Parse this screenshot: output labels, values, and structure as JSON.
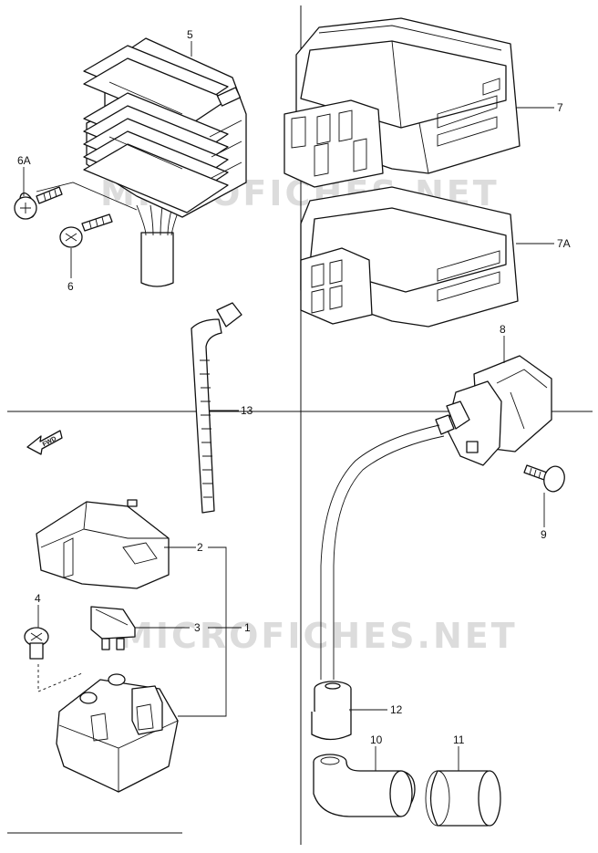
{
  "watermark": {
    "text": "MICROFICHES.NET"
  },
  "direction_label": "FWD",
  "parts": [
    {
      "id": "p5",
      "label": "5"
    },
    {
      "id": "p6a",
      "label": "6A"
    },
    {
      "id": "p6",
      "label": "6"
    },
    {
      "id": "p7",
      "label": "7"
    },
    {
      "id": "p7a",
      "label": "7A"
    },
    {
      "id": "p8",
      "label": "8"
    },
    {
      "id": "p13",
      "label": "13"
    },
    {
      "id": "p2",
      "label": "2"
    },
    {
      "id": "p4",
      "label": "4"
    },
    {
      "id": "p3",
      "label": "3"
    },
    {
      "id": "p1",
      "label": "1"
    },
    {
      "id": "p9",
      "label": "9"
    },
    {
      "id": "p12",
      "label": "12"
    },
    {
      "id": "p10",
      "label": "10"
    },
    {
      "id": "p11",
      "label": "11"
    }
  ]
}
